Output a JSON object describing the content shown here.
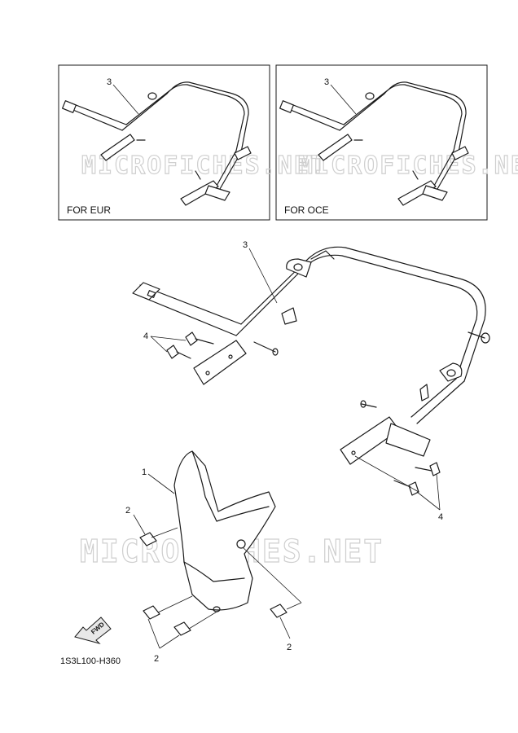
{
  "watermark": "MICROFICHES.NET",
  "inset_eur": {
    "caption": "FOR EUR",
    "callout": "3"
  },
  "inset_oce": {
    "caption": "FOR OCE",
    "callout": "3"
  },
  "main": {
    "callout_frame": "3",
    "callout_bolts_upper": "4",
    "callout_bolts_lower": "4",
    "callout_cover": "1",
    "callout_screw_left": "2",
    "callout_screw_bottom": "2",
    "callout_screw_right": "2"
  },
  "fwd_label": "FWD",
  "diagram_code": "1S3L100-H360"
}
